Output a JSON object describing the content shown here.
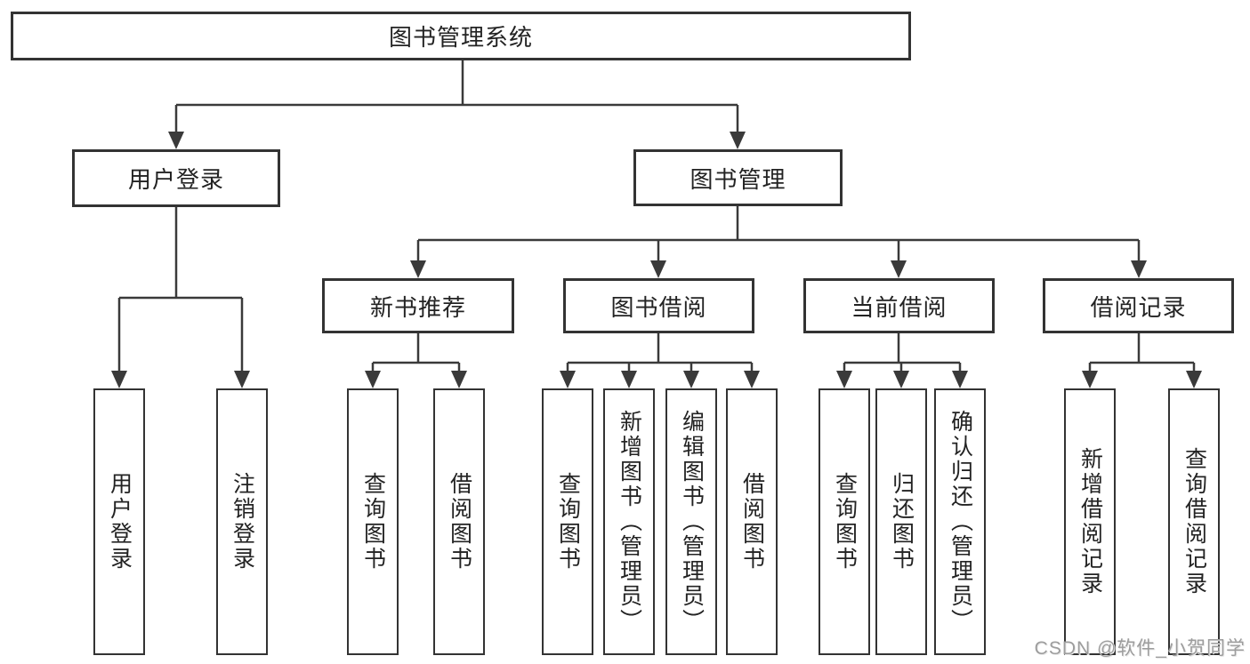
{
  "colors": {
    "line": "#3a3a3a",
    "box_border": "#333333",
    "text": "#232323",
    "watermark": "#9d9d9d",
    "background": "#ffffff"
  },
  "watermark": {
    "text": "CSDN @软件_小贺同学"
  },
  "tree": {
    "label": "图书管理系统",
    "children": [
      {
        "label": "用户登录",
        "children": [
          {
            "label": "用户登录"
          },
          {
            "label": "注销登录"
          }
        ]
      },
      {
        "label": "图书管理",
        "children": [
          {
            "label": "新书推荐",
            "children": [
              {
                "label": "查询图书"
              },
              {
                "label": "借阅图书"
              }
            ]
          },
          {
            "label": "图书借阅",
            "children": [
              {
                "label": "查询图书"
              },
              {
                "label": "新增图书（管理员）"
              },
              {
                "label": "编辑图书（管理员）"
              },
              {
                "label": "借阅图书"
              }
            ]
          },
          {
            "label": "当前借阅",
            "children": [
              {
                "label": "查询图书"
              },
              {
                "label": "归还图书"
              },
              {
                "label": "确认归还（管理员）"
              }
            ]
          },
          {
            "label": "借阅记录",
            "children": [
              {
                "label": "新增借阅记录"
              },
              {
                "label": "查询借阅记录"
              }
            ]
          }
        ]
      }
    ]
  }
}
